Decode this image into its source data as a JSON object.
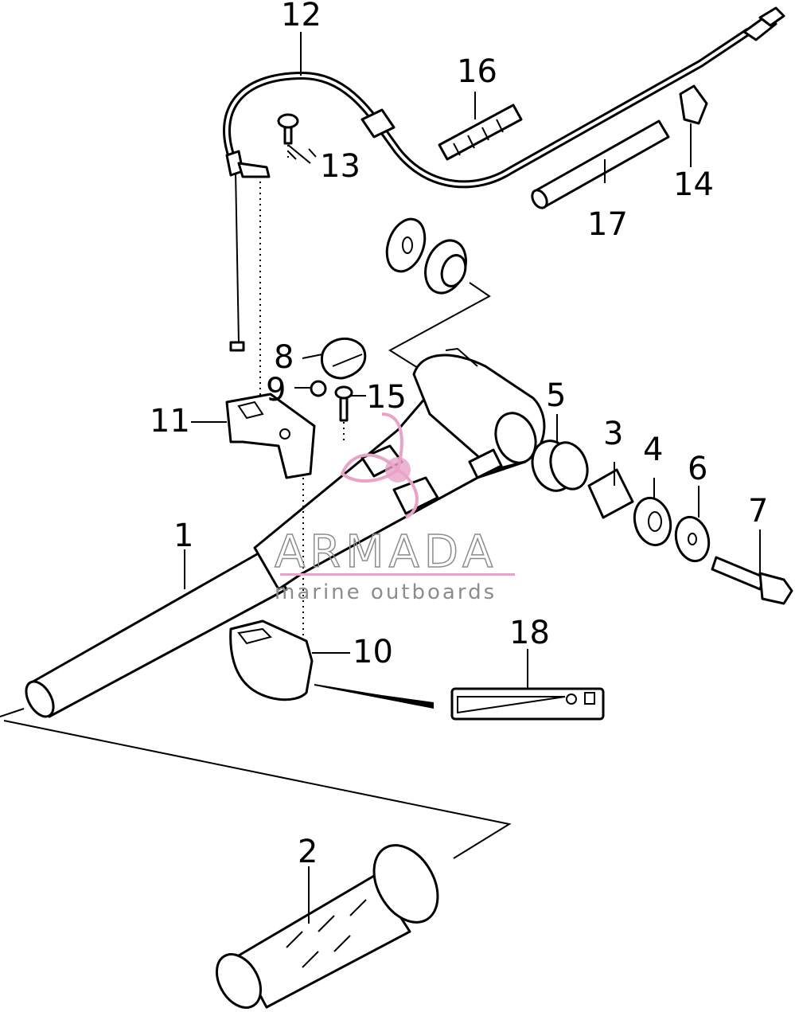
{
  "labels": {
    "p1": "1",
    "p2": "2",
    "p3": "3",
    "p4": "4",
    "p5": "5",
    "p6": "6",
    "p7": "7",
    "p8": "8",
    "p9": "9",
    "p10": "10",
    "p11": "11",
    "p12": "12",
    "p13": "13",
    "p14": "14",
    "p15": "15",
    "p16": "16",
    "p17": "17",
    "p18": "18"
  },
  "watermark": {
    "brand": "ARMADA",
    "tagline": "marine outboards",
    "accent_color": "#e9a3c9"
  }
}
